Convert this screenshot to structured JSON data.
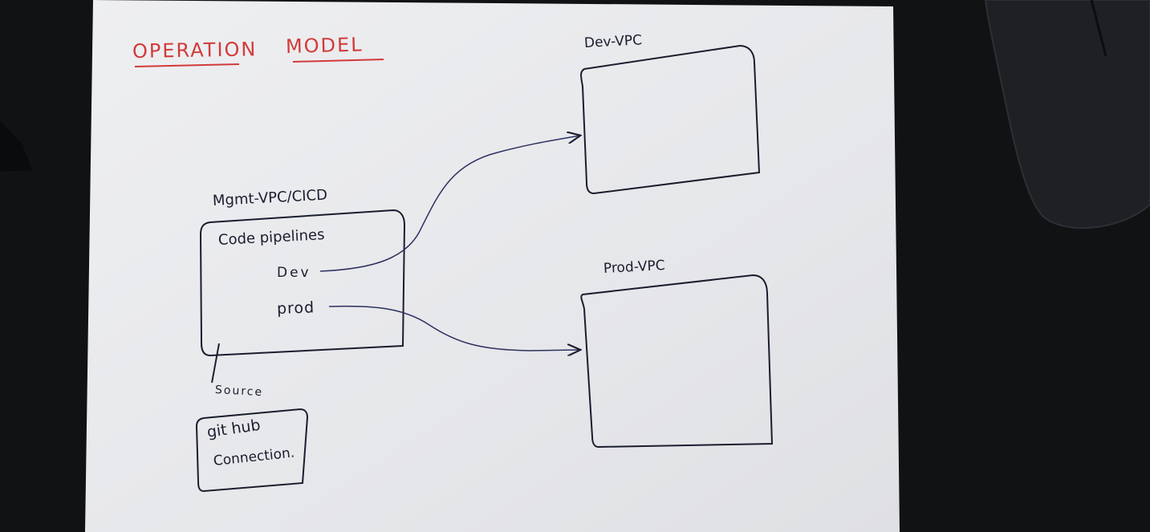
{
  "title": {
    "word1": "OPERATION",
    "word2": "MODEL",
    "color": "#d23a3a"
  },
  "nodes": {
    "mgmt_vpc": {
      "label": "Mgmt-VPC/CICD",
      "heading": "Code pipelines",
      "items": [
        "Dev",
        "prod"
      ]
    },
    "dev_vpc": {
      "label": "Dev-VPC"
    },
    "prod_vpc": {
      "label": "Prod-VPC"
    },
    "source": {
      "label": "Source"
    },
    "github": {
      "line1": "git hub",
      "line2": "Connection."
    }
  },
  "edges": [
    {
      "from": "Dev",
      "to": "Dev-VPC"
    },
    {
      "from": "prod",
      "to": "Prod-VPC"
    }
  ],
  "colors": {
    "ink": "#1a1d2e",
    "paper": "#e9eaed",
    "desk": "#111214"
  }
}
